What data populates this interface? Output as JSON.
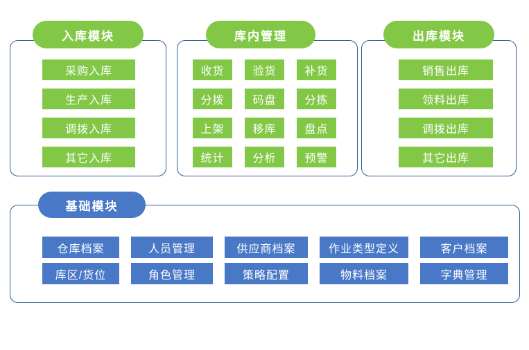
{
  "modules": {
    "inbound": {
      "title": "入库模块",
      "items": [
        "采购入库",
        "生产入库",
        "调拨入库",
        "其它入库"
      ]
    },
    "warehouse": {
      "title": "库内管理",
      "items": [
        "收货",
        "验货",
        "补货",
        "分拨",
        "码盘",
        "分拣",
        "上架",
        "移库",
        "盘点",
        "统计",
        "分析",
        "预警"
      ]
    },
    "outbound": {
      "title": "出库模块",
      "items": [
        "销售出库",
        "领料出库",
        "调拨出库",
        "其它出库"
      ]
    },
    "base": {
      "title": "基础模块",
      "rows": [
        [
          "仓库档案",
          "人员管理",
          "供应商档案",
          "作业类型定义",
          "客户档案"
        ],
        [
          "库区/货位",
          "角色管理",
          "策略配置",
          "物料档案",
          "字典管理"
        ]
      ]
    }
  },
  "colors": {
    "green": "#82C846",
    "blue": "#4878C6",
    "border": "#2F5B97",
    "text": "#FFFFFF"
  }
}
